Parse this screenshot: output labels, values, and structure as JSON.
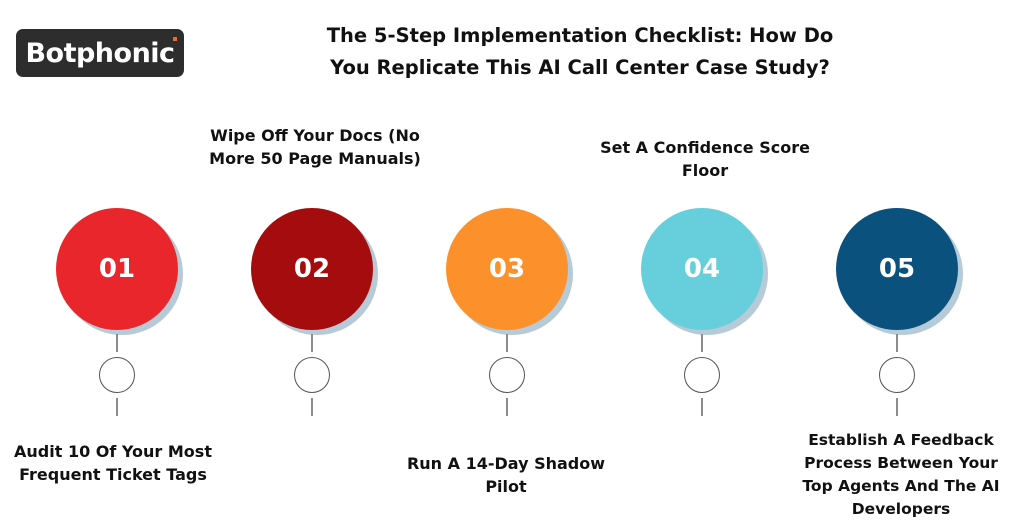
{
  "brand": {
    "name": "Botphonic",
    "accent_color": "#f26a1b",
    "bg_color": "#2d2d2d"
  },
  "title": {
    "line1": "The 5-Step Implementation Checklist: How Do",
    "line2": "You Replicate This AI Call Center Case Study?"
  },
  "steps": [
    {
      "number": "01",
      "color": "#e8262b",
      "label": "Audit 10 Of Your Most Frequent Ticket Tags",
      "position": "bottom"
    },
    {
      "number": "02",
      "color": "#a50c0d",
      "label": "Wipe Off Your Docs (No More 50 Page Manuals)",
      "position": "top"
    },
    {
      "number": "03",
      "color": "#fc912c",
      "label": "Run A 14-Day Shadow Pilot",
      "position": "bottom"
    },
    {
      "number": "04",
      "color": "#66cfdb",
      "label": "Set A Confidence Score Floor",
      "position": "top"
    },
    {
      "number": "05",
      "color": "#0a517e",
      "label": "Establish A Feedback Process Between Your Top Agents And The AI Developers",
      "position": "bottom"
    }
  ]
}
